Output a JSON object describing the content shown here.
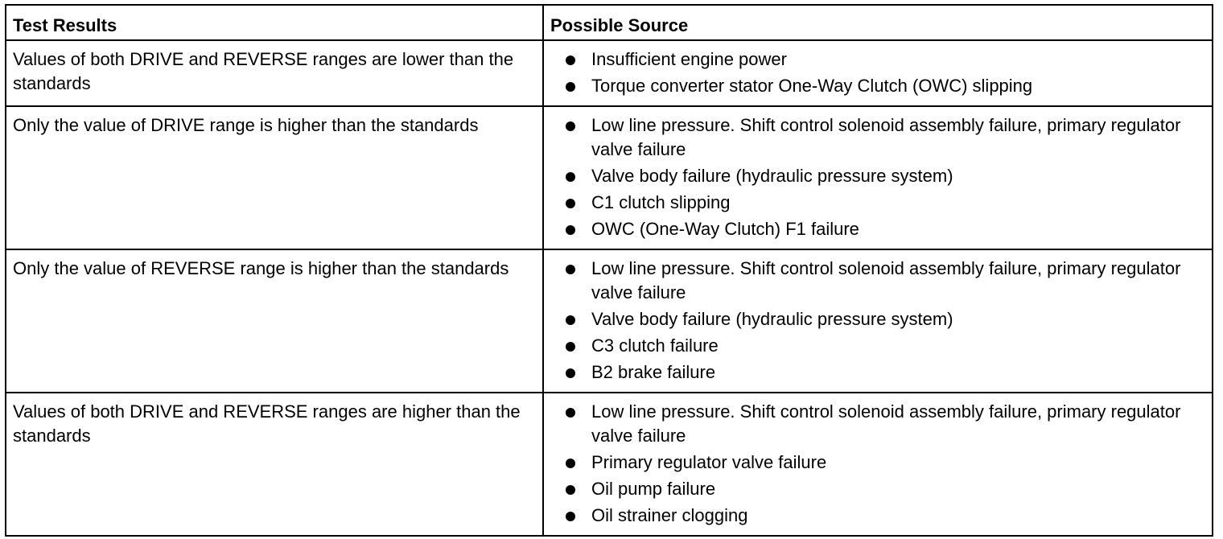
{
  "table": {
    "headers": {
      "test_results": "Test Results",
      "possible_source": "Possible Source"
    },
    "rows": [
      {
        "test_result": "Values of both DRIVE and REVERSE ranges are lower than the standards",
        "sources": [
          "Insufficient engine power",
          "Torque converter stator One-Way Clutch (OWC) slipping"
        ]
      },
      {
        "test_result": "Only the value of DRIVE range is higher than the standards",
        "sources": [
          "Low line pressure. Shift control solenoid assembly failure, primary regulator valve failure",
          "Valve body failure (hydraulic pressure system)",
          "C1 clutch slipping",
          "OWC (One-Way Clutch) F1 failure"
        ]
      },
      {
        "test_result": "Only the value of REVERSE range is higher than the standards",
        "sources": [
          "Low line pressure. Shift control solenoid assembly failure, primary regulator valve failure",
          "Valve body failure (hydraulic pressure system)",
          "C3 clutch failure",
          "B2 brake failure"
        ]
      },
      {
        "test_result": "Values of both DRIVE and REVERSE ranges are higher than the standards",
        "sources": [
          "Low line pressure. Shift control solenoid assembly failure, primary regulator valve failure",
          "Primary regulator valve failure",
          "Oil pump failure",
          "Oil strainer clogging"
        ]
      }
    ]
  }
}
